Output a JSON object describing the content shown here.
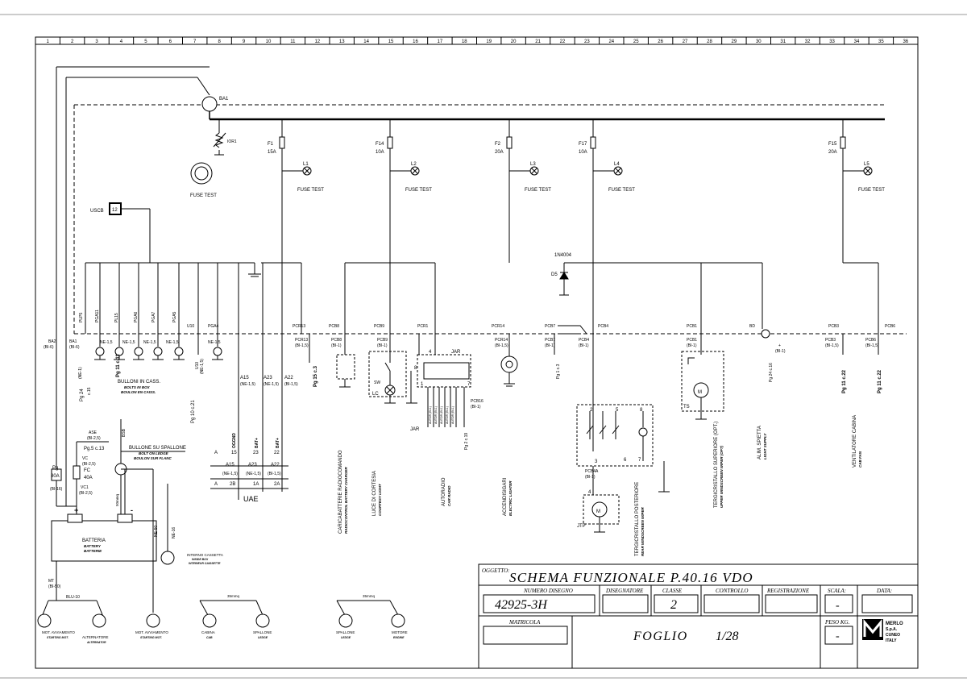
{
  "columns": [
    "1",
    "2",
    "3",
    "4",
    "5",
    "6",
    "7",
    "8",
    "9",
    "10",
    "11",
    "12",
    "13",
    "14",
    "15",
    "16",
    "17",
    "18",
    "19",
    "20",
    "21",
    "22",
    "23",
    "24",
    "25",
    "26",
    "27",
    "28",
    "29",
    "30",
    "31",
    "32",
    "33",
    "34",
    "35",
    "36"
  ],
  "main": {
    "ba1": "BA1",
    "ba2": "BA2",
    "ba2_ref": "(BI-6)",
    "ba1b": "BA1",
    "ba1b_ref": "(BI-6)",
    "res": "IOR1",
    "uscb": "USCB",
    "uscb_num": "12",
    "fuse_test": "FUSE TEST",
    "fuses": [
      {
        "id": "F1",
        "val": "15A",
        "lamp": "L1",
        "test": "FUSE TEST"
      },
      {
        "id": "F14",
        "val": "10A",
        "lamp": "L2",
        "test": "FUSE TEST"
      },
      {
        "id": "F2",
        "val": "20A",
        "lamp": "L3",
        "test": "FUSE TEST"
      },
      {
        "id": "F17",
        "val": "10A",
        "lamp": "L4",
        "test": "FUSE TEST"
      },
      {
        "id": "F15",
        "val": "20A",
        "lamp": "L5",
        "test": "FUSE TEST"
      }
    ],
    "diode": "1N4004",
    "diode_id": "D5",
    "pg_left": "Pg 24",
    "pg_left2": "c.15",
    "ne1": "(NE-1)",
    "sub_wires": [
      "PLP5",
      "PGA11",
      "PL15",
      "PGA6",
      "PGA7",
      "PGA5",
      "U10",
      "PGA4"
    ],
    "ne15": "NE-1,5",
    "pg11c11": "Pg 11 c.11",
    "bulloni_it": "BULLONI IN CASS.",
    "bulloni_en": "BOLTS IN BOX",
    "bulloni_fr": "BOULON EN CAISS.",
    "u10": "U10",
    "u10_ref": "(NE-1,5)",
    "pg10c21": "Pg 10 c.21",
    "a15": "A15",
    "a23": "A23",
    "a22": "A22",
    "ne15p": "(NE-1,5)",
    "bi15p": "(BI-1,5)",
    "pcr13": "PCR13",
    "pcr13_ref": "(BI-1,5)",
    "pg15c3": "Pg 15 c.3",
    "pcb8": "PCB8",
    "pcb8_ref": "(BI-1)",
    "pcb9": "PCB9",
    "pcb9_ref": "(BI-1)",
    "pcr1": "PCR1",
    "pcr14": "PCR14",
    "pcr14_ref": "(BI-1,5)",
    "pcb7": "PCB7",
    "pcb7_ref": "(BI-1)",
    "pcb4": "PCB4",
    "pcb4_ref": "(BI-1)",
    "pcb1": "PCB1",
    "pcb1_ref": "(BI-1)",
    "bd": "BD",
    "bd_ref": "(BI-1)",
    "pcb3": "PCB3",
    "pcb3_ref": "(BI-1,5)",
    "pcb6": "PCB6",
    "pcb6_ref": "(BI-1,5)",
    "pg11c22": "Pg 11 c.22",
    "pg11c22b": "Pg 11 c.22",
    "pg1c3": "Pg 1 c.3",
    "pg24c16": "Pg 24 c.16",
    "pg2c19": "Pg 2 c.19",
    "plus": "+",
    "sw": "SW",
    "lc": "LC",
    "jar": "JAR",
    "jar2": "JAR",
    "jar_pins": [
      "4",
      "8",
      "7",
      "1"
    ],
    "pcb16": "PCB16",
    "pcb16_ref": "(BI-1)",
    "autor": [
      "AUTOR (BI-1)",
      "AUTOR (BI-1)",
      "AUTOR (BI-1)",
      "AUTOR (BI-1)",
      "AUTOR (BI-1)"
    ],
    "ts": "TS",
    "m": "M",
    "jtp": "JTP",
    "pcb4a": "PCB4A",
    "pcb4a_ref": "(BI-1)",
    "relay_pins": [
      "2",
      "5",
      "8",
      "3",
      "6",
      "7",
      "4"
    ],
    "uae": "UAE",
    "uae_top": [
      "A",
      "15",
      "23",
      "22"
    ],
    "uae_bot": [
      "A",
      "2B",
      "1A",
      "2A"
    ],
    "uae_labels": [
      "OGGND",
      "BAT+",
      "BAT+"
    ],
    "uae_mid": [
      "A15",
      "A23",
      "A22"
    ],
    "ast": "ASE",
    "ast_ref": "(BI-2,5)",
    "pg5c13": "Pg.5 c.13",
    "bullone_it": "BULLONE SU SPALLONE",
    "bullone_en": "BOLT ON LEDGE",
    "bullone_fr": "BOULON SUR FLANC",
    "vc": "VC",
    "vc_ref": "(BI-2,5)",
    "fc": "FC",
    "fc_val": "40A",
    "vc1": "VC1",
    "vc1_ref": "(BI-2,5)",
    "pg": "Pg",
    "pg_val": "80A",
    "pg_ref": "(BI-16)",
    "bsb": "BSB",
    "mm50": "50mmq",
    "batt_it": "BATTERIA",
    "batt_en": "BATTERY",
    "batt_fr": "BATTERIE",
    "ne16": "NE-16",
    "ne50": "NE-50",
    "interno_it": "INTERNO CASSETTA",
    "interno_en": "INSIDE BOX",
    "interno_fr": "INTERIEUR CAISSETTE",
    "mt": "MT",
    "mt_ref": "(BI-50)",
    "blu10": "BLU-10",
    "mm35a": "35mmq",
    "mm35b": "35mmq",
    "bot_labels": [
      {
        "it": "MOT. AVVIAMENTO",
        "en": "STARTING MOT."
      },
      {
        "it": "ALTERNATORE",
        "en": "ALTERNATOR"
      },
      {
        "it": "MOT. AVVIAMENTO",
        "en": "STARTING MOT."
      },
      {
        "it": "CABINA",
        "en": "CAB"
      },
      {
        "it": "SPALLONE",
        "en": "LEDGE"
      },
      {
        "it": "SPALLONE",
        "en": "LEDGE"
      },
      {
        "it": "MOTORE",
        "en": "ENGINE"
      }
    ],
    "vert_labels": [
      {
        "it": "CARICABATTERIE RADIOCOMANDO",
        "en": "RADIOCONTROL BATTERY CHARGER"
      },
      {
        "it": "LUCE DI CORTESIA",
        "en": "COURTESY LIGHT"
      },
      {
        "it": "AUTORADIO",
        "en": "CAR RADIO"
      },
      {
        "it": "ACCENDISIGARI",
        "en": "ELECTRIC LIGHTER"
      },
      {
        "it": "TERGICRISTALLO POSTERIORE",
        "en": "REAR WINDSCREEN WIPER"
      },
      {
        "it": "TERGICRISTALLO SUPERIORE (OPT.)",
        "en": "UPPER WINDSCREEN WIPER (OPT)"
      },
      {
        "it": "ALIM. SPIETTA",
        "en": "LIGHT SUPPLY"
      },
      {
        "it": "VENTILATORE CABINA",
        "en": "CAB FAN"
      }
    ]
  },
  "title_block": {
    "oggetto_label": "OGGETTO:",
    "title": "SCHEMA FUNZIONALE P.40.16 VDO",
    "numero_label": "NUMERO DISEGNO",
    "numero": "42925-3H",
    "disegnatore_label": "DISEGNATORE",
    "classe_label": "CLASSE",
    "classe": "2",
    "controllo_label": "CONTROLLO",
    "registrazione_label": "REGISTRAZIONE",
    "scala_label": "SCALA:",
    "scala": "-",
    "data_label": "DATA:",
    "matricola_label": "MATRICOLA",
    "foglio_label": "FOGLIO",
    "foglio": "1/28",
    "peso_label": "PESO KG.",
    "peso": "-",
    "logo_text": [
      "MERLO",
      "S.p.A.",
      "CUNEO",
      "ITALY"
    ]
  }
}
